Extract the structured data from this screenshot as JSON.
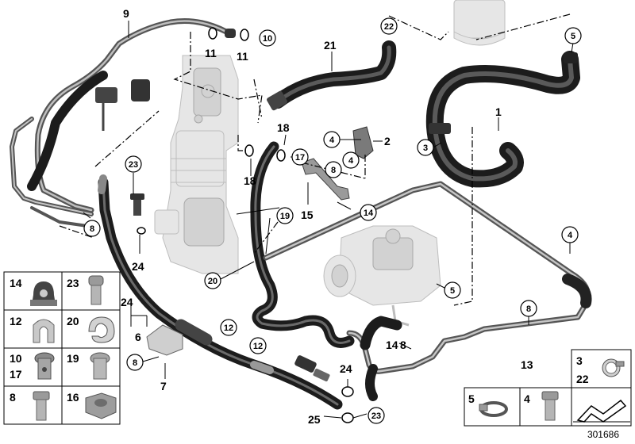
{
  "callouts": {
    "c1": "1",
    "c2": "2",
    "c3": "3",
    "c4a": "4",
    "c4b": "4",
    "c4c": "4",
    "c5a": "5",
    "c5b": "5",
    "c6": "6",
    "c7": "7",
    "c8a": "8",
    "c8b": "8",
    "c8c": "8",
    "c8d": "8",
    "c9": "9",
    "c10": "10",
    "c11a": "11",
    "c11b": "11",
    "c12a": "12",
    "c12b": "12",
    "c13": "13",
    "c14a": "14",
    "c14b": "14",
    "c15": "15",
    "c17": "17",
    "c18a": "18",
    "c18b": "18",
    "c19": "19",
    "c20": "20",
    "c21": "21",
    "c22": "22",
    "c23a": "23",
    "c23b": "23",
    "c24a": "24",
    "c24b": "24",
    "c24c": "24",
    "c25": "25"
  },
  "legend_left": [
    {
      "a": "14",
      "b": "23"
    },
    {
      "a": "12",
      "b": "20"
    },
    {
      "a": "10",
      "a2": "17",
      "b": "19"
    },
    {
      "a": "8",
      "b": "16"
    }
  ],
  "legend_right": {
    "top_a": "3",
    "top_b": "22",
    "bottom": [
      "5",
      "4"
    ]
  },
  "diagram_ref": "301686",
  "icons": [
    "grommet-icon",
    "bolt-icon",
    "clip-icon",
    "clamp-icon",
    "banjo-bolt-icon",
    "torx-bolt-icon",
    "hex-nut-icon",
    "hose-clamp-icon",
    "arrow-icon"
  ]
}
